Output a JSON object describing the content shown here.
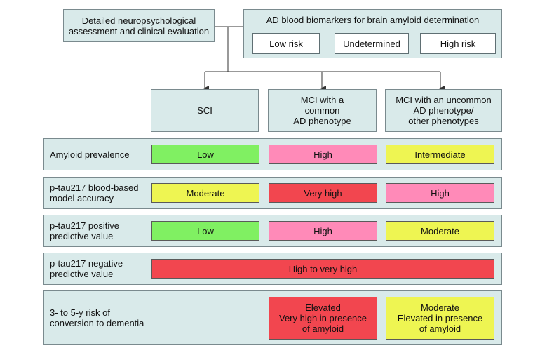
{
  "top": {
    "assessment": "Detailed neuropsychological\nassessment and clinical evaluation",
    "biomarkers_title": "AD blood biomarkers for brain amyloid determination",
    "biomarker_options": [
      "Low risk",
      "Undetermined",
      "High risk"
    ]
  },
  "columns": [
    "SCI",
    "MCI with a\ncommon\nAD phenotype",
    "MCI with an uncommon\nAD phenotype/\nother phenotypes"
  ],
  "rows": {
    "amyloid_prevalence": {
      "label": "Amyloid prevalence",
      "values": [
        "Low",
        "High",
        "Intermediate"
      ]
    },
    "model_accuracy": {
      "label": "p-tau217 blood-based\nmodel accuracy",
      "values": [
        "Moderate",
        "Very high",
        "High"
      ]
    },
    "ppv": {
      "label": "p-tau217 positive\npredictive value",
      "values": [
        "Low",
        "High",
        "Moderate"
      ]
    },
    "npv": {
      "label": "p-tau217 negative\npredictive value",
      "value": "High to very high"
    },
    "dementia_risk": {
      "label": "3- to 5-y risk of\nconversion to dementia",
      "values": [
        "",
        "Elevated\nVery high in presence\nof amyloid",
        "Moderate\nElevated in presence\nof amyloid"
      ]
    }
  },
  "colors": {
    "low": "#80f062",
    "high": "#ff8ab8",
    "moderate": "#eef552",
    "very_high": "#f2464f",
    "panel": "#d9eaea"
  }
}
